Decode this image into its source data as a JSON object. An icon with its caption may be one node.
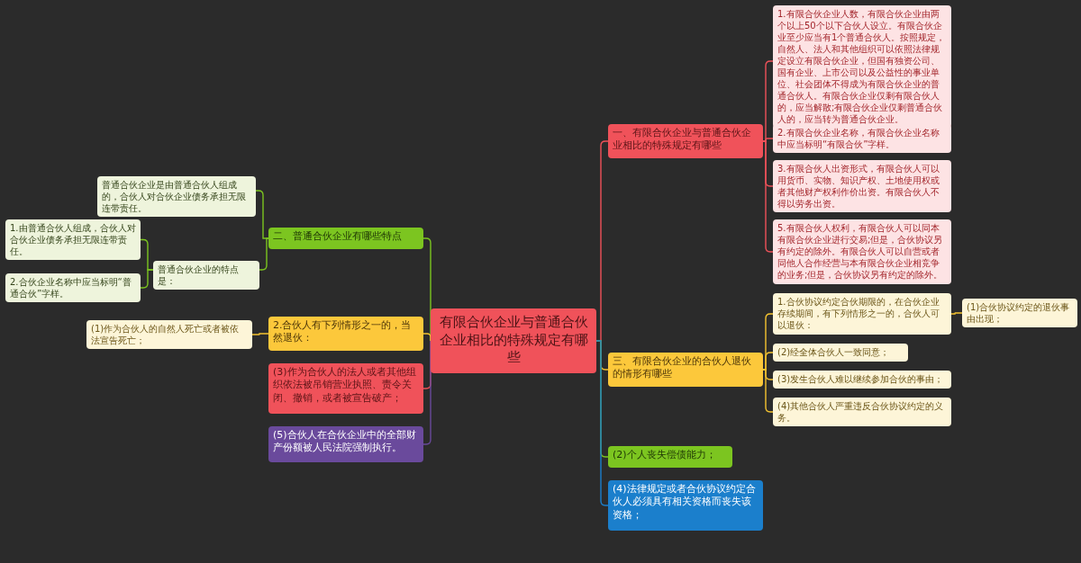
{
  "diagram": {
    "nodes": [
      {
        "text": [
          "有限合伙企业与普通合伙企业相比的特殊规定有哪些"
        ]
      },
      {
        "text": [
          "一、有限合伙企业与普通合伙企业相比的特殊规定有哪些"
        ]
      },
      {
        "text": [
          "1.有限合伙企业人数，有限合伙企业由两个以上50个以下合伙人设立。有限合伙企业至少应当有1个普通合伙人。按照规定，自然人、法人和其他组织可以依照法律规定设立有限合伙企业，但国有独资公司、国有企业、上市公司以及公益性的事业单位、社会团体不得成为有限合伙企业的普通合伙人。有限合伙企业仅剩有限合伙人的，应当解散;有限合伙企业仅剩普通合伙人的，应当转为普通合伙企业。"
        ]
      },
      {
        "text": [
          "2.有限合伙企业名称，有限合伙企业名称中应当标明“有限合伙”字样。"
        ]
      },
      {
        "text": [
          "3.有限合伙人出资形式，有限合伙人可以用货币、实物、知识产权、土地使用权或者其他财产权利作价出资。有限合伙人不得以劳务出资。"
        ]
      },
      {
        "text": [
          "5.有限合伙人权利，有限合伙人可以同本有限合伙企业进行交易;但是，合伙协议另有约定的除外。有限合伙人可以自营或者同他人合作经营与本有限合伙企业相竞争的业务;但是，合伙协议另有约定的除外。"
        ]
      },
      {
        "text": [
          "三、有限合伙企业的合伙人退伙的情形有哪些"
        ]
      },
      {
        "text": [
          "1.合伙协议约定合伙期限的，在合伙企业存续期间，有下列情形之一的，合伙人可以退伙："
        ]
      },
      {
        "text": [
          "(1)合伙协议约定的退伙事由出现；"
        ]
      },
      {
        "text": [
          "(2)经全体合伙人一致同意；"
        ]
      },
      {
        "text": [
          "(3)发生合伙人难以继续参加合伙的事由；"
        ]
      },
      {
        "text": [
          "(4)其他合伙人严重违反合伙协议约定的义务。"
        ]
      },
      {
        "text": [
          "(2)个人丧失偿债能力；"
        ]
      },
      {
        "text": [
          "(4)法律规定或者合伙协议约定合伙人必须具有相关资格而丧失该资格；"
        ]
      },
      {
        "text": [
          "二、普通合伙企业有哪些特点"
        ]
      },
      {
        "text": [
          "普通合伙企业是由普通合伙人组成的，合伙人对合伙企业债务承担无限连带责任。"
        ]
      },
      {
        "text": [
          "普通合伙企业的特点是："
        ]
      },
      {
        "text": [
          "1.由普通合伙人组成，合伙人对合伙企业债务承担无限连带责任。"
        ]
      },
      {
        "text": [
          "2.合伙企业名称中应当标明“普通合伙”字样。"
        ]
      },
      {
        "text": [
          "2.合伙人有下列情形之一的，当然退伙："
        ]
      },
      {
        "text": [
          "(1)作为合伙人的自然人死亡或者被依法宣告死亡；"
        ]
      },
      {
        "text": [
          "(3)作为合伙人的法人或者其他组织依法被吊销营业执照、责令关闭、撤销，或者被宣告破产；"
        ]
      },
      {
        "text": [
          "(5)合伙人在合伙企业中的全部财产份额被人民法院强制执行。"
        ]
      }
    ],
    "edges": [
      {
        "from": 0,
        "to": 1,
        "arrow": "none",
        "color": "#f0525a"
      },
      {
        "from": 0,
        "to": 6,
        "arrow": "none",
        "color": "#f5c431"
      },
      {
        "from": 0,
        "to": 12,
        "arrow": "none",
        "color": "#7cc520"
      },
      {
        "from": 0,
        "to": 13,
        "arrow": "none",
        "color": "#1b7fcc"
      },
      {
        "from": 1,
        "to": 2,
        "arrow": "none",
        "color": "#f0525a"
      },
      {
        "from": 1,
        "to": 3,
        "arrow": "none",
        "color": "#f0525a"
      },
      {
        "from": 1,
        "to": 4,
        "arrow": "none",
        "color": "#f0525a"
      },
      {
        "from": 1,
        "to": 5,
        "arrow": "none",
        "color": "#f0525a"
      },
      {
        "from": 6,
        "to": 7,
        "arrow": "none",
        "color": "#f5c431"
      },
      {
        "from": 6,
        "to": 9,
        "arrow": "none",
        "color": "#f5c431"
      },
      {
        "from": 6,
        "to": 10,
        "arrow": "none",
        "color": "#f5c431"
      },
      {
        "from": 6,
        "to": 11,
        "arrow": "none",
        "color": "#f5c431"
      },
      {
        "from": 7,
        "to": 8,
        "arrow": "none",
        "color": "#f5c431"
      },
      {
        "from": 0,
        "to": 14,
        "arrow": "none",
        "color": "#7cc520"
      },
      {
        "from": 0,
        "to": 19,
        "arrow": "none",
        "color": "#f5c431"
      },
      {
        "from": 0,
        "to": 21,
        "arrow": "none",
        "color": "#f0525a"
      },
      {
        "from": 0,
        "to": 22,
        "arrow": "none",
        "color": "#6a4a9c"
      },
      {
        "from": 14,
        "to": 15,
        "arrow": "none",
        "color": "#7cc520"
      },
      {
        "from": 14,
        "to": 16,
        "arrow": "none",
        "color": "#7cc520"
      },
      {
        "from": 16,
        "to": 17,
        "arrow": "none",
        "color": "#7cc520"
      },
      {
        "from": 16,
        "to": 18,
        "arrow": "none",
        "color": "#7cc520"
      },
      {
        "from": 19,
        "to": 20,
        "arrow": "none",
        "color": "#f5c431"
      }
    ]
  }
}
